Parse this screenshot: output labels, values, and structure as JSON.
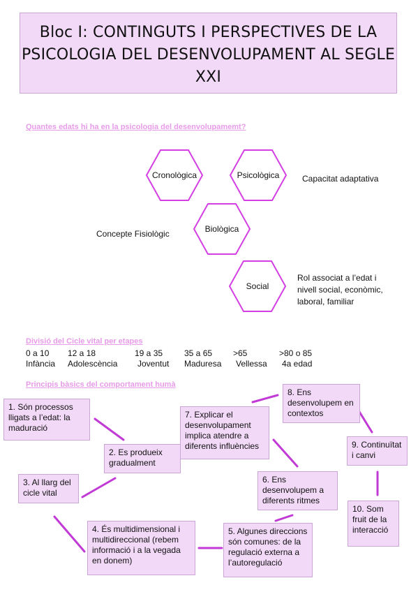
{
  "title": {
    "line1": "Bloc I: CONTINGUTS I PERSPECTIVES DE LA",
    "line2": "PSICOLOGIA DEL DESENVOLUPAMENT AL SEGLE",
    "line3": "XXI"
  },
  "section1": {
    "heading": "Quantes edats hi ha en la psicologia del desenvolupamemt?",
    "hexes": [
      {
        "label": "Cronològica"
      },
      {
        "label": "Psicològica"
      },
      {
        "label": "Biològica"
      },
      {
        "label": "Social"
      }
    ],
    "note_psicologica": "Capacitat adaptativa",
    "note_biologica": "Concepte Fisiològic",
    "note_social": [
      "Rol associat a l’edat i",
      "nivell social, econòmic,",
      "laboral, familiar"
    ]
  },
  "section2": {
    "heading": "Divisió del Cicle vital per etapes",
    "stages": [
      {
        "range": "0 a 10",
        "name": "Infància"
      },
      {
        "range": "12 a 18",
        "name": "Adolescència"
      },
      {
        "range": "19 a 35",
        "name": "Joventut"
      },
      {
        "range": "35 a 65",
        "name": "Maduresa"
      },
      {
        "range": ">65",
        "name": "Vellessa"
      },
      {
        "range": ">80 o 85",
        "name": "4a edad"
      }
    ]
  },
  "section3": {
    "heading": "Principis bàsics del comportament humà",
    "boxes": [
      {
        "text": "1.   Són processos lligats a l’edat: la maduració"
      },
      {
        "text": "2. Es produeix gradualment"
      },
      {
        "text": "3. Al llarg del cicle vital"
      },
      {
        "text": "4. És multidimensional i multidireccional (rebem informació i a la vegada en donem)"
      },
      {
        "text": "5. Algunes direccions són comunes: de la regulació externa a l’autoregulació"
      },
      {
        "text": "6. Ens desenvolupem a diferents ritmes"
      },
      {
        "text": "7. Explicar el desenvolupament implica atendre a diferents influències"
      },
      {
        "text": "8. Ens desenvolupem en contextos"
      },
      {
        "text": "9. Continuïtat i canvi"
      },
      {
        "text": "10. Som fruit de la interacció"
      }
    ]
  },
  "colors": {
    "accent": "#e79be8",
    "box_fill": "#f2d9f7",
    "line": "#c13ad6"
  }
}
